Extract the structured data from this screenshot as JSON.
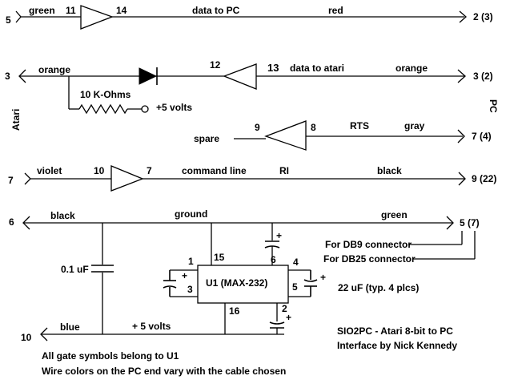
{
  "diagram": {
    "pins": {
      "atari_5": "5",
      "atari_3": "3",
      "atari_7": "7",
      "atari_6": "6",
      "atari_10": "10",
      "pc_2": "2 (3)",
      "pc_3": "3 (2)",
      "pc_7": "7 (4)",
      "pc_9": "9 (22)",
      "pc_5": "5 (7)"
    },
    "side_labels": {
      "atari": "Atari",
      "pc": "PC"
    },
    "wires": {
      "green": "green",
      "red": "red",
      "orange_left": "orange",
      "orange_right": "orange",
      "gray": "gray",
      "violet": "violet",
      "black_top": "black",
      "black_bottom": "black",
      "green_bottom": "green",
      "blue": "blue"
    },
    "signals": {
      "data_to_pc": "data to PC",
      "data_to_atari": "data to atari",
      "rts": "RTS",
      "spare": "spare",
      "command_line": "command line",
      "ri": "RI",
      "ground": "ground",
      "plus5_top": "+5 volts",
      "plus5_bottom": "+ 5 volts"
    },
    "gate_pins": {
      "g1_in": "11",
      "g1_out": "14",
      "g2_in": "13",
      "g2_out": "12",
      "g3_in": "8",
      "g3_out": "9",
      "g4_in": "10",
      "g4_out": "7"
    },
    "chip": {
      "label": "U1  (MAX-232)",
      "pin1": "1",
      "pin15": "15",
      "pin4": "4",
      "pin16": "16",
      "cap3": "3",
      "cap5": "5",
      "cap6": "6",
      "cap2": "2"
    },
    "components": {
      "resistor": "10 K-Ohms",
      "cap_main": "0.1 uF",
      "cap_22": "22 uF (typ. 4 plcs)",
      "plus": "+"
    },
    "connectors": {
      "db9": "For DB9 connector",
      "db25": "For DB25 connector"
    },
    "title": {
      "line1": "SIO2PC - Atari 8-bit to PC",
      "line2": "Interface by Nick Kennedy"
    },
    "notes": {
      "line1": "All gate symbols belong to U1",
      "line2": "Wire colors on the PC end vary with the cable chosen"
    }
  }
}
